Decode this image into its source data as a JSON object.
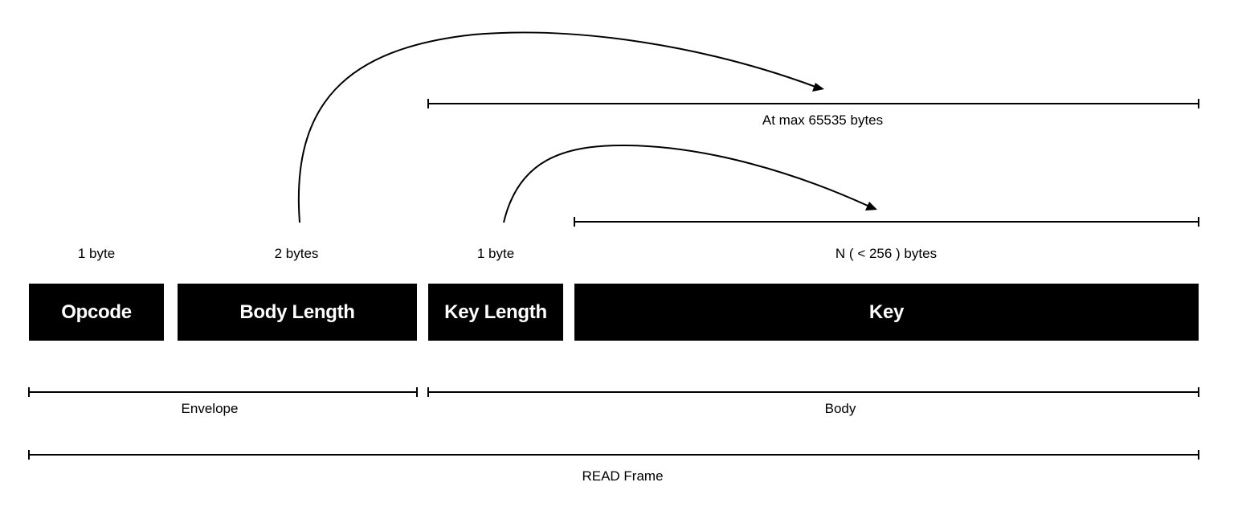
{
  "fields": {
    "opcode": {
      "label": "Opcode",
      "size": "1 byte"
    },
    "body_length": {
      "label": "Body Length",
      "size": "2 bytes"
    },
    "key_length": {
      "label": "Key Length",
      "size": "1 byte"
    },
    "key": {
      "label": "Key",
      "size": "N ( < 256 ) bytes"
    }
  },
  "spans": {
    "max_body": "At max 65535 bytes",
    "envelope": "Envelope",
    "body": "Body",
    "frame": "READ Frame"
  },
  "colors": {
    "field_fill": "#000000",
    "field_text": "#ffffff",
    "line": "#000000"
  }
}
